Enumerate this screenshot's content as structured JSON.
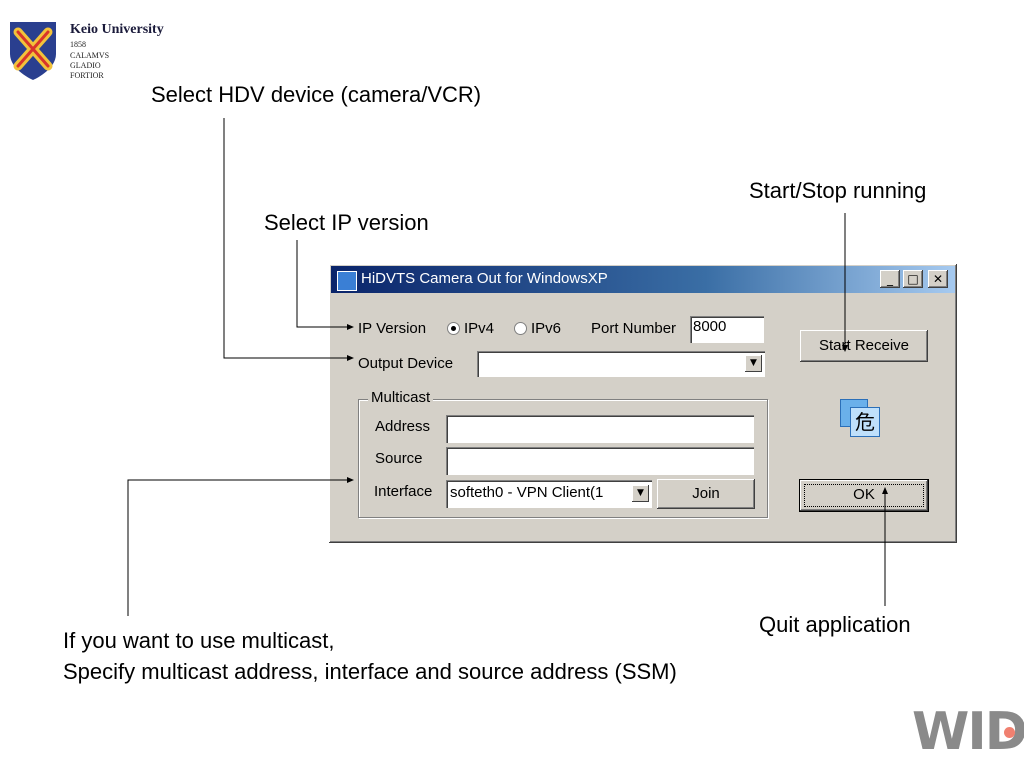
{
  "logo": {
    "name": "Keio University",
    "lines": [
      "1858",
      "CALAMVS",
      "GLADIO",
      "FORTIOR"
    ]
  },
  "annotations": {
    "hdv": "Select HDV device (camera/VCR)",
    "ip": "Select IP version",
    "startstop": "Start/Stop running",
    "quit": "Quit application",
    "multicast_line1": "If you want to use multicast,",
    "multicast_line2": "Specify multicast address, interface and source address (SSM)"
  },
  "window": {
    "title": "HiDVTS Camera Out for WindowsXP",
    "controls": {
      "minimize": "_",
      "maximize": "□",
      "close": "✕"
    },
    "ip_version_label": "IP Version",
    "ipv4_label": "IPv4",
    "ipv6_label": "IPv6",
    "ip_selected": "IPv4",
    "port_label": "Port Number",
    "port_value": "8000",
    "output_device_label": "Output Device",
    "output_device_value": "",
    "start_button": "Start Receive",
    "multicast": {
      "legend": "Multicast",
      "address_label": "Address",
      "address_value": "",
      "source_label": "Source",
      "source_value": "",
      "interface_label": "Interface",
      "interface_value": "softeth0 - VPN Client(1",
      "join_button": "Join"
    },
    "ok_button": "OK",
    "app_icon_glyph": "危"
  },
  "brand": {
    "wide": "WIDE",
    "wide_dot_color": "#f08070"
  }
}
